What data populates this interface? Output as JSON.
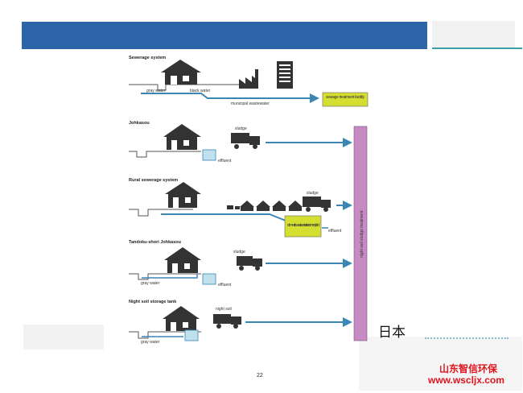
{
  "page_number": "22",
  "country_label": "日本",
  "watermark": {
    "company": "山东智信环保",
    "url": "www.wscljx.com"
  },
  "diagram": {
    "vertical_bar_label": "night soil sludge treatment",
    "sections": [
      {
        "title": "Sewerage system",
        "labels": [
          "gray water",
          "black water",
          "municipal wastewater"
        ],
        "box": "sewage treatment facility"
      },
      {
        "title": "Johkasou",
        "labels": [
          "sludge",
          "effluent"
        ]
      },
      {
        "title": "Rural sewerage system",
        "labels": [
          "sludge",
          "effluent"
        ],
        "box": "domestic wastewater treatment plant"
      },
      {
        "title": "Tandoku-shori Johkasou",
        "labels": [
          "gray water",
          "sludge",
          "effluent"
        ]
      },
      {
        "title": "Night soil storage tank",
        "labels": [
          "gray water",
          "night soil"
        ]
      }
    ]
  }
}
